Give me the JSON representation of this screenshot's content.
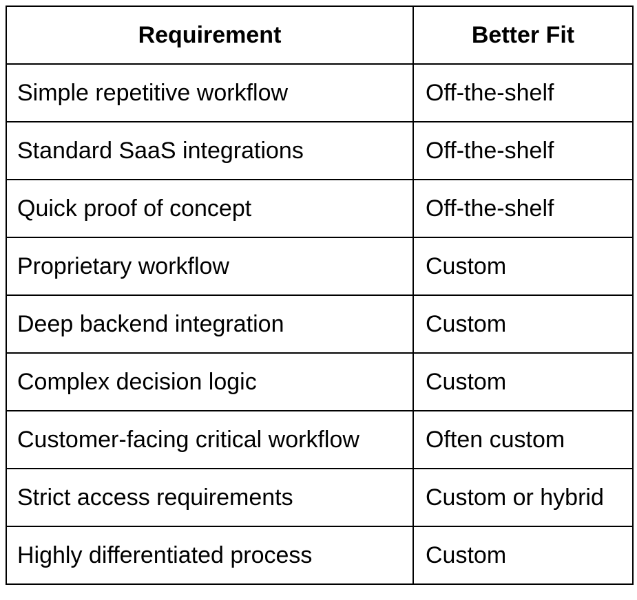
{
  "table": {
    "headers": [
      "Requirement",
      "Better Fit"
    ],
    "rows": [
      [
        "Simple repetitive workflow",
        "Off-the-shelf"
      ],
      [
        "Standard SaaS integrations",
        "Off-the-shelf"
      ],
      [
        "Quick proof of concept",
        "Off-the-shelf"
      ],
      [
        "Proprietary workflow",
        "Custom"
      ],
      [
        "Deep backend integration",
        "Custom"
      ],
      [
        "Complex decision logic",
        "Custom"
      ],
      [
        "Customer-facing critical workflow",
        "Often custom"
      ],
      [
        "Strict access requirements",
        "Custom or hybrid"
      ],
      [
        "Highly differentiated process",
        "Custom"
      ]
    ]
  }
}
